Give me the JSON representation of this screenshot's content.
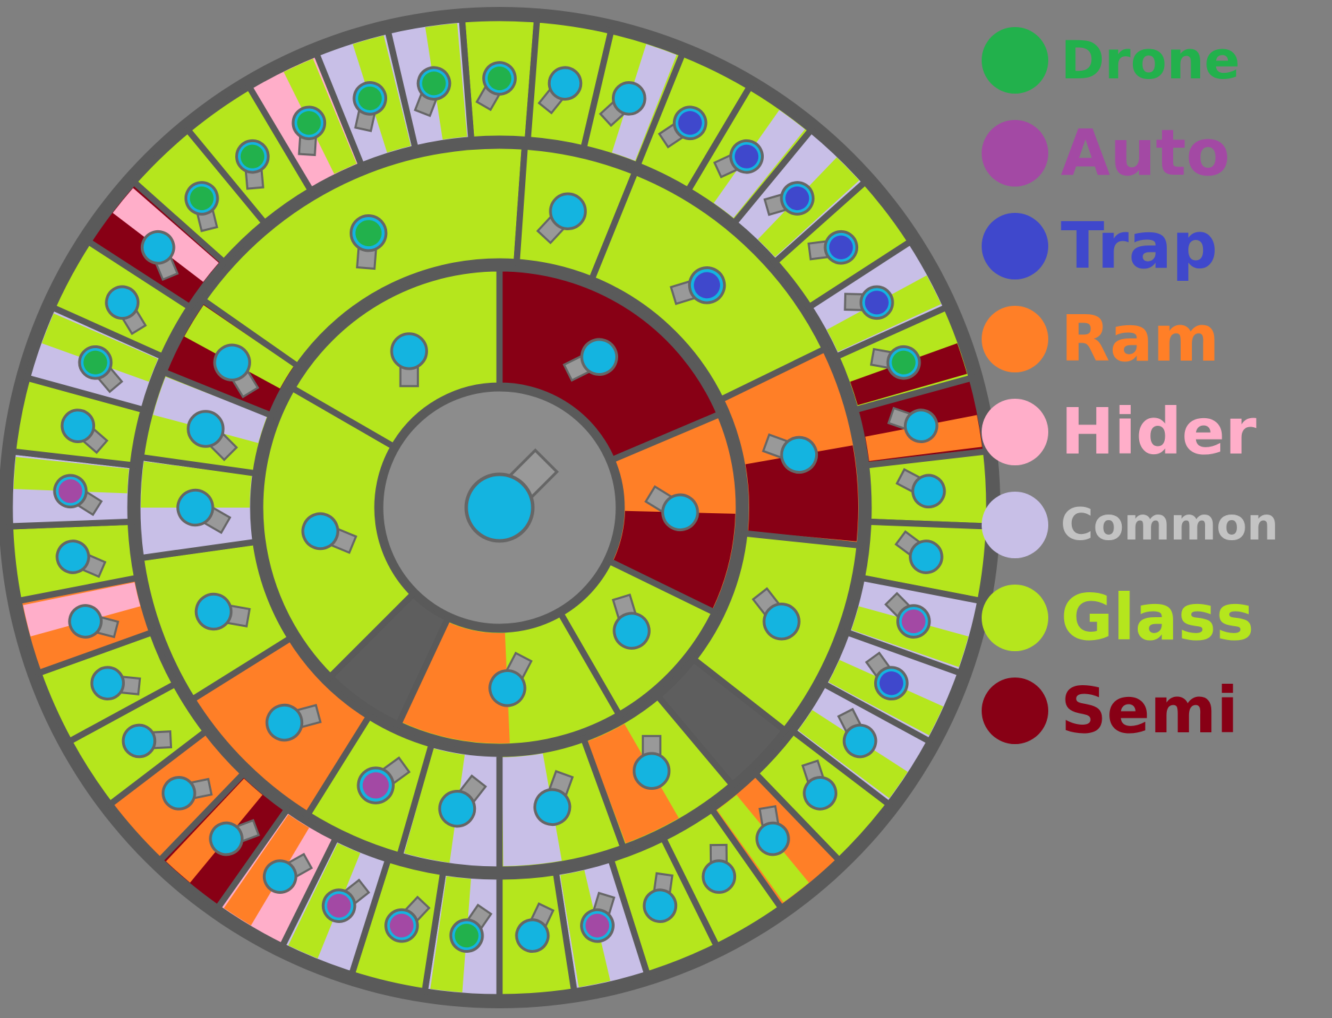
{
  "legend": [
    {
      "label": "Drone",
      "color": "#22b14c"
    },
    {
      "label": "Auto",
      "color": "#a349a4"
    },
    {
      "label": "Trap",
      "color": "#3f48cc"
    },
    {
      "label": "Ram",
      "color": "#ff7f27"
    },
    {
      "label": "Hider",
      "color": "#ffaec9"
    },
    {
      "label": "Common",
      "color": "#c8bfe7",
      "text_color": "#c3c3c3"
    },
    {
      "label": "Glass",
      "color": "#b5e61d"
    },
    {
      "label": "Semi",
      "color": "#880015"
    }
  ],
  "colors": {
    "background": "#808080",
    "border": "#5a5a5a",
    "core": "#8c8c8c",
    "gap": "#5e5e5e",
    "tank_body": "#14b4e0",
    "barrel": "#999999"
  },
  "tree": {
    "root": {
      "type": "core",
      "tank": "basic"
    },
    "ring1": [
      {
        "type": "Semi",
        "tank": "basic"
      },
      {
        "type": "Ram",
        "secondary": "Semi",
        "tank": "basic"
      },
      {
        "type": "Glass",
        "tank": "basic"
      },
      {
        "type": "Glass",
        "secondary": "Ram",
        "tank": "basic"
      },
      {
        "type": "gap"
      },
      {
        "type": "Glass",
        "tank": "basic"
      },
      {
        "type": "Glass",
        "tank": "basic"
      }
    ],
    "ring2": [
      {
        "type": "Glass",
        "tank": "Drone"
      },
      {
        "type": "Glass",
        "tank": "basic"
      },
      {
        "type": "Glass",
        "tank": "Trap"
      },
      {
        "type": "Ram",
        "secondary": "Semi",
        "tank": "basic"
      },
      {
        "type": "Glass",
        "tank": "basic"
      },
      {
        "type": "gap"
      },
      {
        "type": "Glass",
        "secondary": "Ram",
        "tank": "basic"
      },
      {
        "type": "Glass",
        "secondary": "Common",
        "tank": "basic"
      },
      {
        "type": "Common",
        "secondary": "Glass",
        "tank": "basic"
      },
      {
        "type": "Glass",
        "tank": "Auto"
      },
      {
        "type": "Ram",
        "tank": "basic"
      },
      {
        "type": "Glass",
        "tank": "basic"
      },
      {
        "type": "Common",
        "secondary": "Glass",
        "tank": "basic"
      },
      {
        "type": "Glass",
        "secondary": "Common",
        "tank": "basic"
      },
      {
        "type": "Semi",
        "secondary": "Glass",
        "tank": "basic"
      }
    ],
    "ring3": [
      {
        "type": "Glass",
        "tank": "Drone"
      },
      {
        "type": "Glass",
        "tank": "basic"
      },
      {
        "type": "Glass",
        "secondary": "Common",
        "tank": "basic"
      },
      {
        "type": "Glass",
        "tank": "Trap"
      },
      {
        "type": "Glass",
        "secondary": "Common",
        "tank": "Trap"
      },
      {
        "type": "Common",
        "secondary": "Glass",
        "tank": "Trap"
      },
      {
        "type": "Glass",
        "tank": "Trap"
      },
      {
        "type": "Common",
        "secondary": "Glass",
        "tank": "Trap"
      },
      {
        "type": "Glass",
        "secondary": "Semi",
        "tank": "Drone"
      },
      {
        "type": "Semi",
        "secondary": "Ram",
        "tank": "basic"
      },
      {
        "type": "Glass",
        "tank": "basic"
      },
      {
        "type": "Glass",
        "tank": "basic"
      },
      {
        "type": "Common",
        "secondary": "Glass",
        "tank": "Auto"
      },
      {
        "type": "Common",
        "secondary": "Glass",
        "tank": "Trap"
      },
      {
        "type": "Common",
        "secondary": "Glass",
        "tank": "basic"
      },
      {
        "type": "Glass",
        "tank": "basic"
      },
      {
        "type": "Ram",
        "secondary": "Glass",
        "tank": "basic"
      },
      {
        "type": "Glass",
        "tank": "basic"
      },
      {
        "type": "Glass",
        "tank": "basic"
      },
      {
        "type": "Common",
        "secondary": "Glass",
        "tank": "Auto"
      },
      {
        "type": "Glass",
        "tank": "basic"
      },
      {
        "type": "Common",
        "secondary": "Glass",
        "tank": "Drone"
      },
      {
        "type": "Glass",
        "tank": "Auto"
      },
      {
        "type": "Common",
        "secondary": "Glass",
        "tank": "Auto"
      },
      {
        "type": "Hider",
        "secondary": "Ram",
        "tank": "basic"
      },
      {
        "type": "Semi",
        "secondary": "Ram",
        "tank": "basic"
      },
      {
        "type": "Ram",
        "tank": "basic"
      },
      {
        "type": "Glass",
        "tank": "basic"
      },
      {
        "type": "Glass",
        "tank": "basic"
      },
      {
        "type": "Ram",
        "secondary": "Hider",
        "tank": "basic"
      },
      {
        "type": "Glass",
        "tank": "basic"
      },
      {
        "type": "Common",
        "secondary": "Glass",
        "tank": "Auto"
      },
      {
        "type": "Glass",
        "tank": "basic"
      },
      {
        "type": "Common",
        "secondary": "Glass",
        "tank": "Drone"
      },
      {
        "type": "Glass",
        "tank": "basic"
      },
      {
        "type": "Semi",
        "secondary": "Hider",
        "tank": "basic"
      },
      {
        "type": "Glass",
        "tank": "Drone"
      },
      {
        "type": "Glass",
        "tank": "Drone"
      },
      {
        "type": "Hider",
        "secondary": "Glass",
        "tank": "Drone"
      },
      {
        "type": "Common",
        "secondary": "Glass",
        "tank": "Drone"
      },
      {
        "type": "Common",
        "secondary": "Glass",
        "tank": "Drone"
      }
    ]
  }
}
